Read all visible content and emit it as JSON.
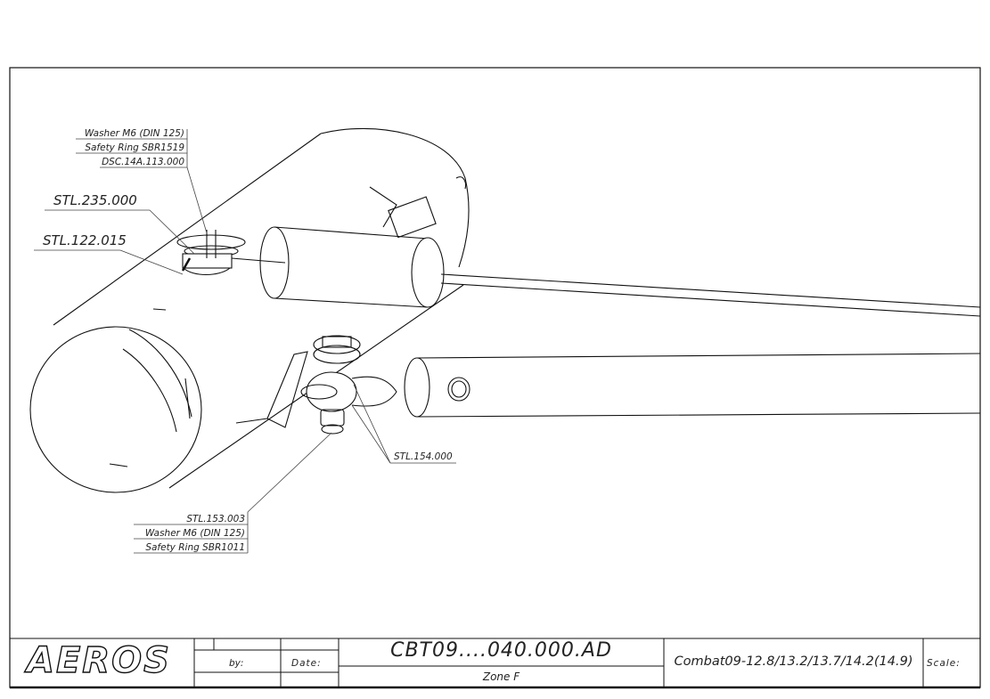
{
  "callouts": {
    "washer_top": "Washer M6 (DIN 125)",
    "safety_ring_top": "Safety Ring SBR1519",
    "dsc_part": "DSC.14A.113.000",
    "stl_235": "STL.235.000",
    "stl_122": "STL.122.015",
    "stl_154": "STL.154.000",
    "stl_153": "STL.153.003",
    "washer_bottom": "Washer M6 (DIN 125)",
    "safety_ring_bottom": "Safety Ring SBR1011"
  },
  "title_block": {
    "logo": "AEROS",
    "by_label": "by:",
    "date_label": "Date:",
    "drawing_number": "CBT09....040.000.AD",
    "zone": "Zone F",
    "model": "Combat09-12.8/13.2/13.7/14.2(14.9)",
    "scale_label": "Scale:"
  },
  "colors": {
    "line": "#111111",
    "leader": "#444444",
    "paper": "#ffffff"
  }
}
